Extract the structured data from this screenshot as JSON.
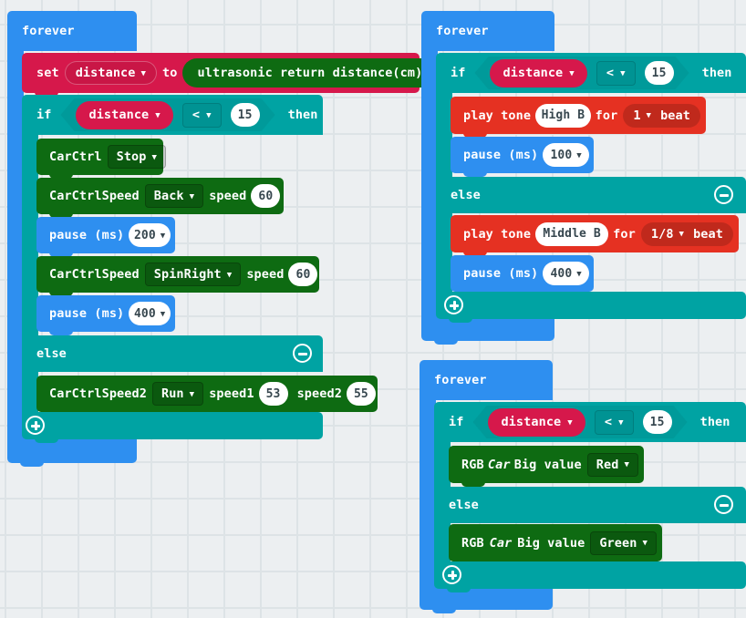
{
  "workspace": {
    "background_color": "#ECEFF1",
    "grid": true
  },
  "palette": {
    "loop_blue": "#2E8FF0",
    "logic_teal": "#00A3A3",
    "variable_crimson": "#D6184B",
    "sensor_green": "#0E6B12",
    "music_red": "#E53122"
  },
  "scripts": [
    {
      "id": "script-left",
      "hat": "forever",
      "blocks": {
        "set_label": "set",
        "set_variable": "distance",
        "set_to": "to",
        "set_value": "ultrasonic return distance(cm)",
        "if_label": "if",
        "if_var": "distance",
        "if_operator": "<",
        "if_value": "15",
        "then_label": "then",
        "else_label": "else",
        "body": [
          {
            "name": "CarCtrl",
            "arg": "Stop"
          },
          {
            "name": "CarCtrlSpeed",
            "arg": "Back",
            "speed_label": "speed",
            "speed": "60"
          },
          {
            "name": "pause (ms)",
            "arg": "200"
          },
          {
            "name": "CarCtrlSpeed",
            "arg": "SpinRight",
            "speed_label": "speed",
            "speed": "60"
          },
          {
            "name": "pause (ms)",
            "arg": "400"
          }
        ],
        "else_body": [
          {
            "name": "CarCtrlSpeed2",
            "arg": "Run",
            "speed1_label": "speed1",
            "speed1": "53",
            "speed2_label": "speed2",
            "speed2": "55"
          }
        ]
      }
    },
    {
      "id": "script-top-right",
      "hat": "forever",
      "blocks": {
        "if_label": "if",
        "if_var": "distance",
        "if_operator": "<",
        "if_value": "15",
        "then_label": "then",
        "else_label": "else",
        "body": [
          {
            "name": "play tone",
            "note": "High B",
            "for_label": "for",
            "beats": "1",
            "beat_label": "beat"
          },
          {
            "name": "pause (ms)",
            "arg": "100"
          }
        ],
        "else_body": [
          {
            "name": "play tone",
            "note": "Middle B",
            "for_label": "for",
            "beats": "1/8",
            "beat_label": "beat"
          },
          {
            "name": "pause (ms)",
            "arg": "400"
          }
        ]
      }
    },
    {
      "id": "script-bottom-right",
      "hat": "forever",
      "blocks": {
        "if_label": "if",
        "if_var": "distance",
        "if_operator": "<",
        "if_value": "15",
        "then_label": "then",
        "else_label": "else",
        "body": [
          {
            "name_pre": "RGB",
            "name_em": "Car",
            "name_post": "Big value",
            "arg": "Red"
          }
        ],
        "else_body": [
          {
            "name_pre": "RGB",
            "name_em": "Car",
            "name_post": "Big value",
            "arg": "Green"
          }
        ]
      }
    }
  ]
}
